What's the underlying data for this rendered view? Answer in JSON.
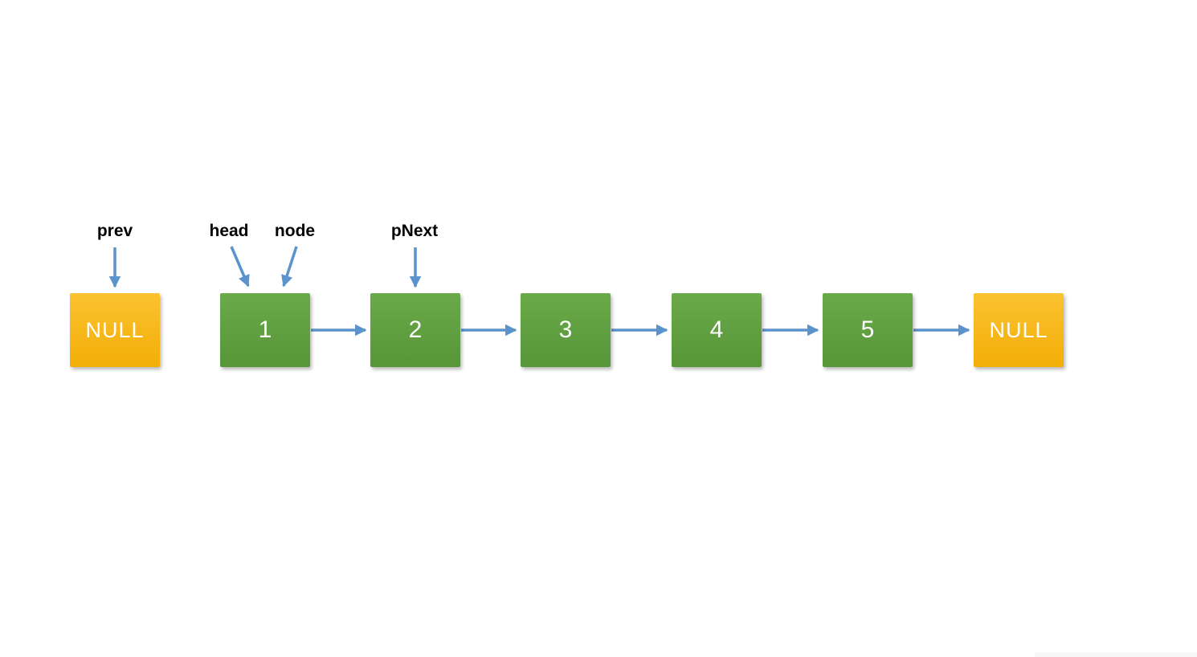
{
  "diagram": {
    "description": "Singly linked list with pointer labels",
    "pointer_labels": [
      {
        "id": "prev",
        "label": "prev",
        "points_to": "NULL (left)"
      },
      {
        "id": "head",
        "label": "head",
        "points_to": "1"
      },
      {
        "id": "node",
        "label": "node",
        "points_to": "1"
      },
      {
        "id": "pnext",
        "label": "pNext",
        "points_to": "2"
      }
    ],
    "nodes": [
      {
        "id": "null-left",
        "label": "NULL",
        "type": "null"
      },
      {
        "id": "node-1",
        "label": "1",
        "type": "node"
      },
      {
        "id": "node-2",
        "label": "2",
        "type": "node"
      },
      {
        "id": "node-3",
        "label": "3",
        "type": "node"
      },
      {
        "id": "node-4",
        "label": "4",
        "type": "node"
      },
      {
        "id": "node-5",
        "label": "5",
        "type": "node"
      },
      {
        "id": "null-right",
        "label": "NULL",
        "type": "null"
      }
    ],
    "edges": [
      {
        "from": "1",
        "to": "2"
      },
      {
        "from": "2",
        "to": "3"
      },
      {
        "from": "3",
        "to": "4"
      },
      {
        "from": "4",
        "to": "5"
      },
      {
        "from": "5",
        "to": "NULL (right)"
      }
    ],
    "colors": {
      "node_green_top": "#6aaa4b",
      "node_green_bottom": "#579638",
      "null_yellow_top": "#fbc231",
      "null_yellow_bottom": "#f3ae07",
      "arrow_blue": "#5b93cc",
      "label_text": "#000000",
      "box_text": "#ffffff",
      "background": "#ffffff"
    }
  }
}
